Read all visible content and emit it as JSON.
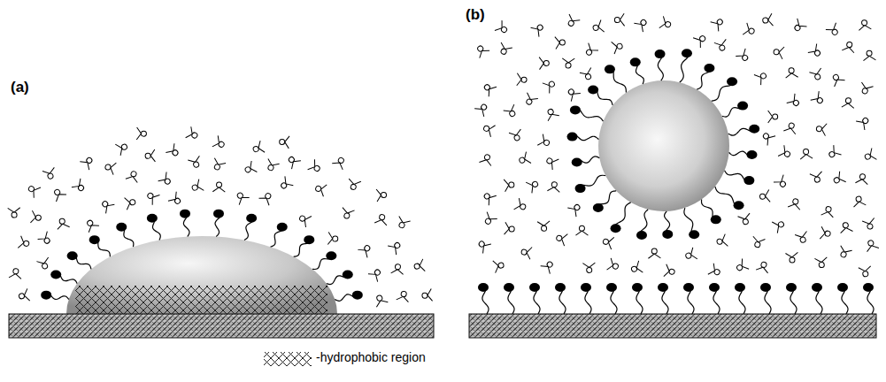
{
  "diagram": {
    "labels": [
      "(a)",
      "(b)"
    ],
    "legend": [
      {
        "text": "-hydrophobic region"
      }
    ]
  }
}
